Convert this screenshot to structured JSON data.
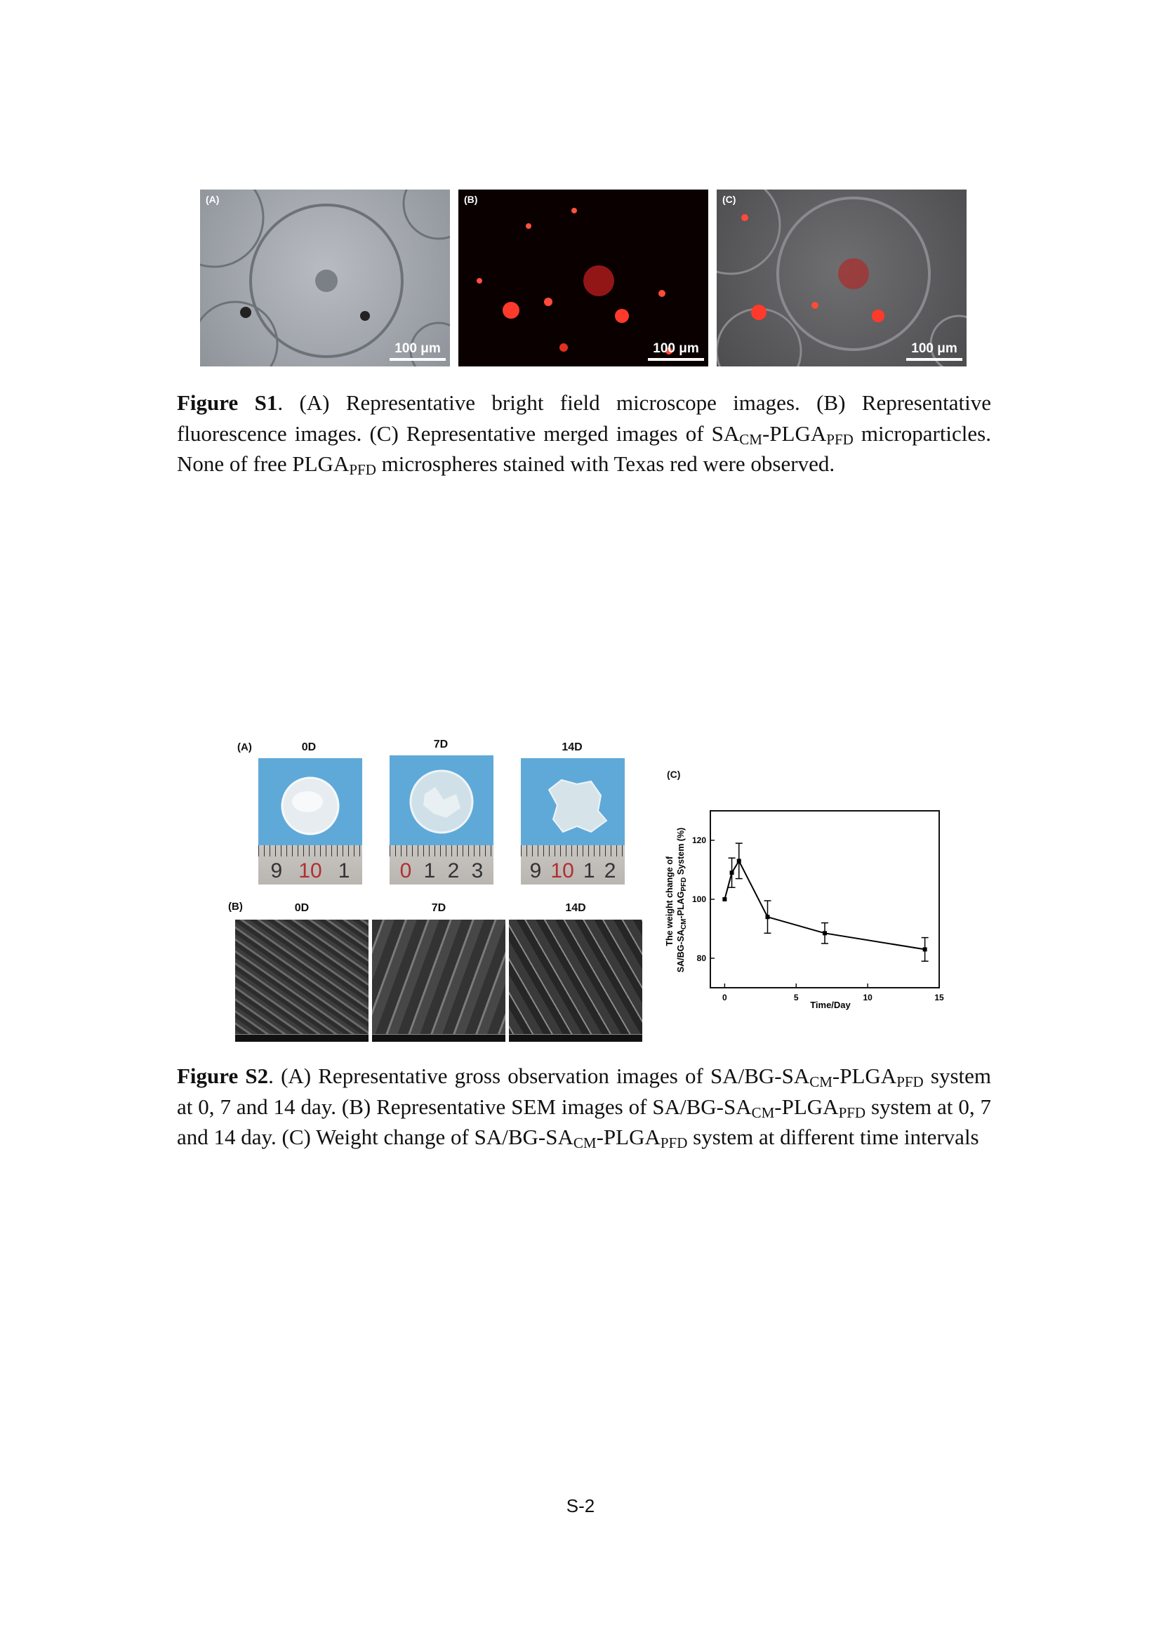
{
  "figure_s1": {
    "panels": [
      {
        "label": "(A)",
        "scale": "100 μm"
      },
      {
        "label": "(B)",
        "scale": "100 μm"
      },
      {
        "label": "(C)",
        "scale": "100 μm"
      }
    ],
    "caption": {
      "figure_label": "Figure S1",
      "text_a": ". (A) Representative bright field microscope images. (B) Representative fluorescence images. (C) Representative merged images of SA",
      "sub1": "CM",
      "text_b": "-PLGA",
      "sub2": "PFD",
      "text_c": " microparticles. None of free PLGA",
      "sub3": "PFD",
      "text_d": " microspheres stained with Texas red were observed."
    }
  },
  "figure_s2": {
    "panel_a": {
      "label": "(A)",
      "days": [
        "0D",
        "7D",
        "14D"
      ],
      "ruler_numbers": [
        [
          "9",
          "10",
          "1"
        ],
        [
          "0",
          "1",
          "2",
          "3"
        ],
        [
          "9",
          "10",
          "1",
          "2"
        ]
      ]
    },
    "panel_b": {
      "label": "(B)",
      "days": [
        "0D",
        "7D",
        "14D"
      ]
    },
    "panel_c": {
      "label": "(C)"
    },
    "caption": {
      "figure_label": "Figure S2",
      "t1": ". (A) Representative gross observation images of SA/BG-SA",
      "s1": "CM",
      "t2": "-PLGA",
      "s2": "PFD",
      "t3": " system at 0, 7 and 14 day. (B) Representative SEM images of SA/BG-SA",
      "s3": "CM",
      "t4": "-PLGA",
      "s4": "PFD",
      "t5": " system at 0, 7 and 14 day. (C) Weight change of SA/BG-SA",
      "s5": "CM",
      "t6": "-PLGA",
      "s6": "PFD",
      "t7": " system at different time intervals"
    }
  },
  "chart_data": {
    "type": "line",
    "title": "",
    "xlabel": "Time/Day",
    "ylabel_line1": "The weight change of",
    "ylabel_line2_a": "SA/BG-SA",
    "ylabel_line2_sub1": "CM",
    "ylabel_line2_b": "-PLAG",
    "ylabel_line2_sub2": "PFD",
    "ylabel_line2_c": " System (%)",
    "xlim": [
      -1,
      15
    ],
    "ylim": [
      70,
      130
    ],
    "xticks": [
      "0",
      "5",
      "10",
      "15"
    ],
    "yticks": [
      "80",
      "100",
      "120"
    ],
    "x": [
      0,
      0.5,
      1,
      3,
      7,
      14
    ],
    "y": [
      100,
      109,
      113,
      94,
      88.5,
      83
    ],
    "error": [
      0,
      5,
      6,
      5.5,
      3.5,
      4
    ],
    "grid": false,
    "color": "#000000"
  },
  "page_number": "S-2"
}
